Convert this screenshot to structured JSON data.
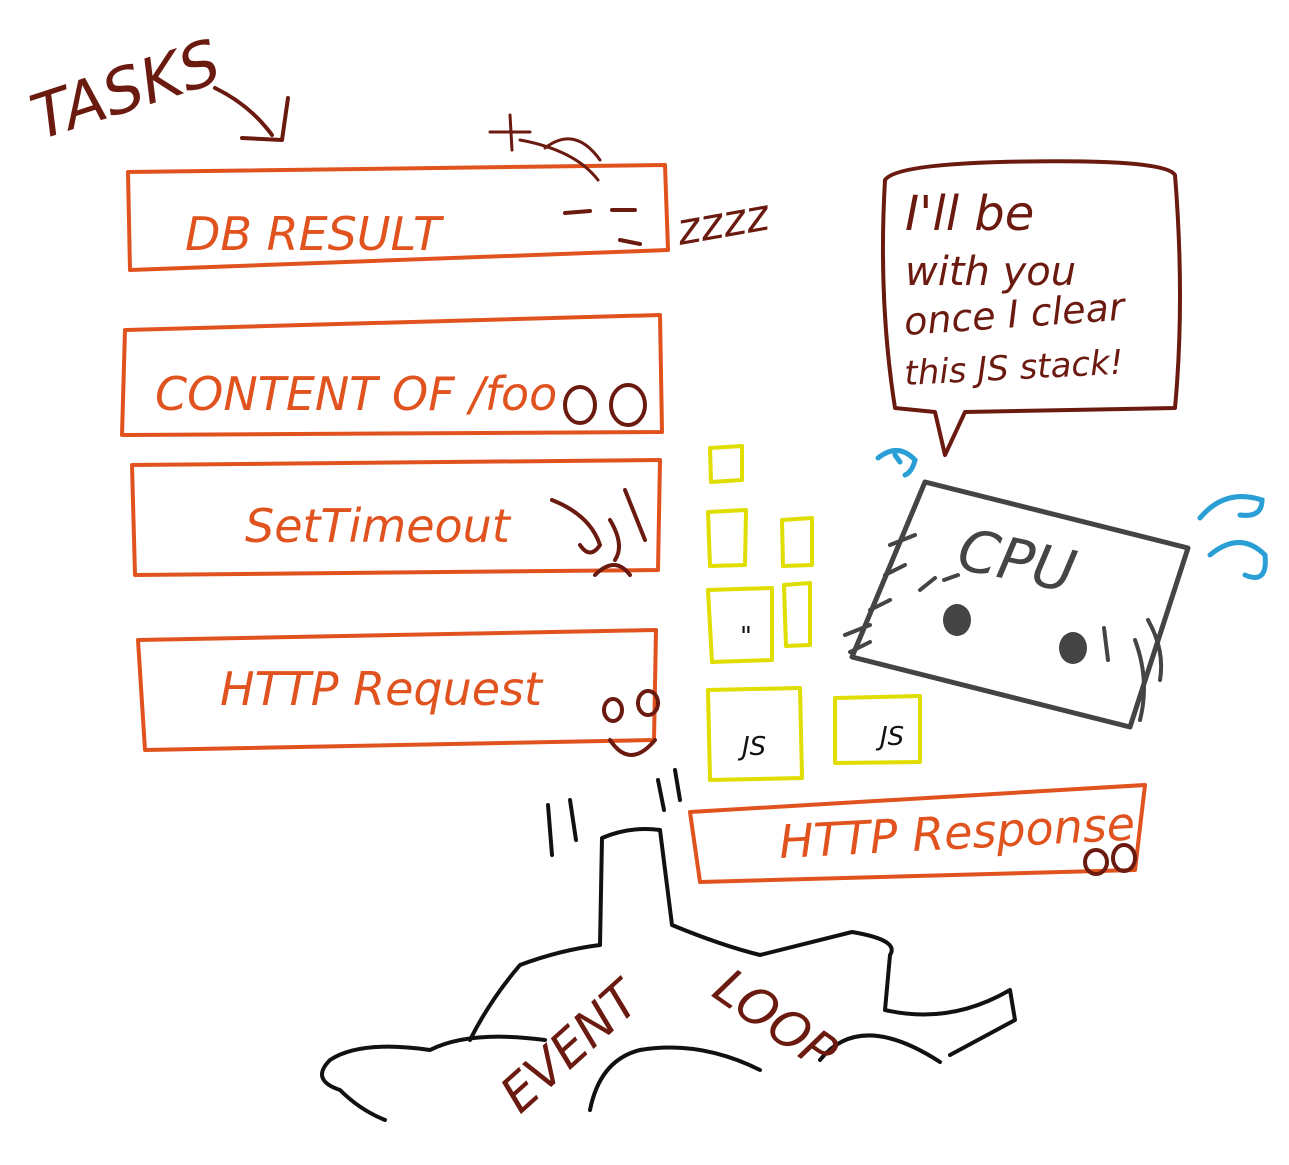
{
  "heading": "TASKS",
  "tasks": [
    {
      "label": "DB RESULT"
    },
    {
      "label": "CONTENT OF /foo"
    },
    {
      "label": "SetTimeout"
    },
    {
      "label": "HTTP Request"
    }
  ],
  "response_task": {
    "label": "HTTP Response"
  },
  "snore": "zzzz",
  "cpu": {
    "label": "CPU"
  },
  "speech": {
    "lines": [
      "I'll be",
      "with you",
      "once I clear",
      "this JS stack!"
    ]
  },
  "js_stack": {
    "block_label": "JS",
    "ditto_mark": "\""
  },
  "event_loop": {
    "word1": "EVENT",
    "word2": "LOOP"
  },
  "colors": {
    "task": "#e0531f",
    "text_dark": "#6b1a10",
    "stack": "#e0dd00",
    "cpu": "#444444",
    "sweat": "#2a9fd6",
    "gear": "#111111"
  }
}
